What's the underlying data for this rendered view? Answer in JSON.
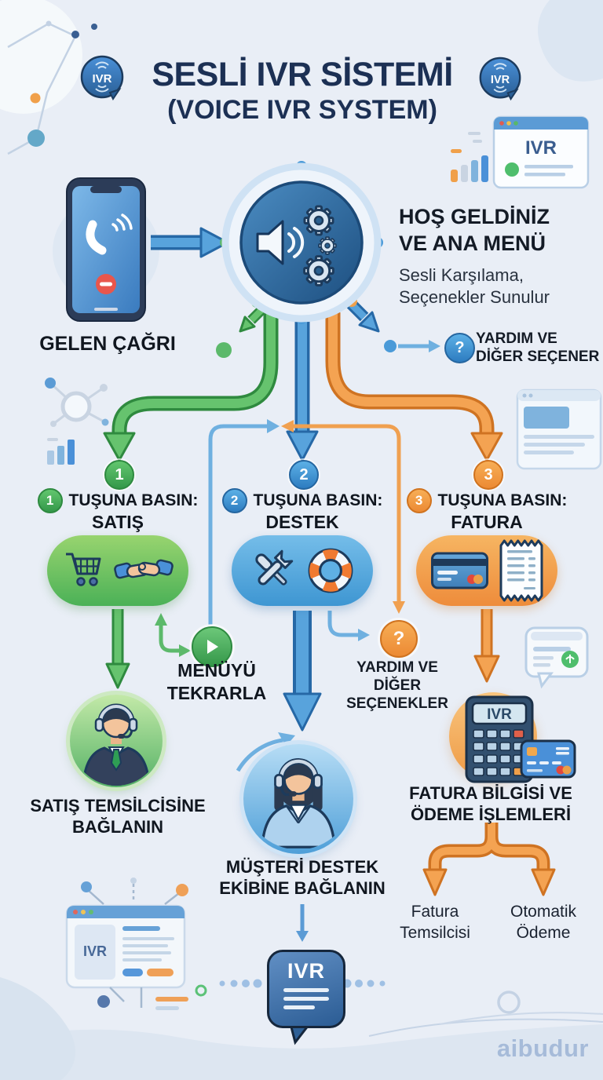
{
  "title": {
    "badge": "IVR",
    "main": "SESLİ IVR SİSTEMİ",
    "sub": "(VOICE IVR SYSTEM)"
  },
  "top_window": {
    "label": "IVR"
  },
  "incoming_call": {
    "label": "GELEN ÇAĞRI"
  },
  "main_menu": {
    "title_line1": "HOŞ GELDİNİZ",
    "title_line2": "VE ANA MENÜ",
    "desc_line1": "Sesli Karşılama,",
    "desc_line2": "Seçenekler Sunulur"
  },
  "help_top": {
    "icon_glyph": "?",
    "line1": "YARDIM VE",
    "line2": "DİĞER SEÇENER"
  },
  "branches": [
    {
      "number": "1",
      "press_label": "TUŞUNA BASIN:",
      "name": "SATIŞ",
      "result_line1": "SATIŞ TEMSİLCİSİNE",
      "result_line2": "BAĞLANIN",
      "color": "#4caf5e"
    },
    {
      "number": "2",
      "press_label": "TUŞUNA BASIN:",
      "name": "DESTEK",
      "result_line1": "MÜŞTERİ DESTEK",
      "result_line2": "EKİBİNE BAĞLANIN",
      "color": "#3f97d2"
    },
    {
      "number": "3",
      "press_label": "TUŞUNA BASIN:",
      "name": "FATURA",
      "result_line1": "FATURA BİLGİSİ VE",
      "result_line2": "ÖDEME İŞLEMLERİ",
      "color": "#ef8f3e"
    }
  ],
  "repeat_menu": {
    "line1": "MENÜYÜ",
    "line2": "TEKRARLA"
  },
  "help_mid": {
    "icon_glyph": "?",
    "line1": "YARDIM VE",
    "line2": "DİĞER",
    "line3": "SEÇENEKLER"
  },
  "billing_outcomes": [
    {
      "line1": "Fatura",
      "line2": "Temsilcisi"
    },
    {
      "line1": "Otomatik",
      "line2": "Ödeme"
    }
  ],
  "calculator": {
    "display": "IVR"
  },
  "ivr_bubble": {
    "label": "IVR"
  },
  "bottom_window": {
    "label": "IVR"
  },
  "watermark": "aibudur",
  "icons": {
    "ivr-badge-icon": "speech-bubble IVR",
    "phone-icon": "smartphone with handset",
    "speaker-gears-icon": "loudspeaker with gears",
    "question-icon": "?",
    "cart-icon": "shopping cart",
    "handshake-icon": "handshake",
    "tools-icon": "wrench and screwdriver",
    "lifebuoy-icon": "life ring",
    "credit-card-icon": "credit card",
    "receipt-icon": "receipt",
    "play-icon": "▶",
    "calculator-icon": "calculator",
    "sales-agent-icon": "male agent with headset",
    "support-agent-icon": "female agent with headset"
  },
  "colors": {
    "green": "#4caf5e",
    "blue": "#3f97d2",
    "orange": "#ef8f3e",
    "navy_title": "#1c3054",
    "text": "#161d29",
    "background": "#e9eef6"
  }
}
